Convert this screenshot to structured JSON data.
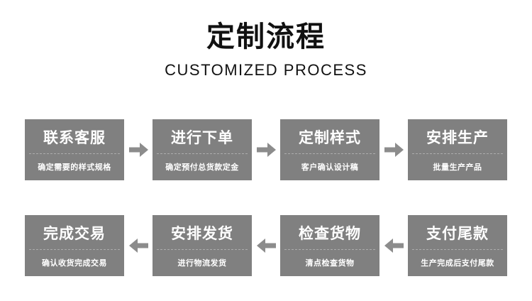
{
  "header": {
    "title_cn": "定制流程",
    "title_en": "CUSTOMIZED PROCESS"
  },
  "colors": {
    "card_fill": "#808080",
    "card_text": "#ffffff",
    "arrow_fill": "#8c8c8c",
    "divider": "#b4b4b4",
    "background": "#ffffff",
    "heading_text": "#111111"
  },
  "flow": {
    "rows": [
      {
        "direction": "right",
        "arrow_icon": "arrow-right-icon",
        "steps": [
          {
            "title": "联系客服",
            "desc": "确定需要的样式规格"
          },
          {
            "title": "进行下单",
            "desc": "确定预付总货款定金"
          },
          {
            "title": "定制样式",
            "desc": "客户确认设计稿"
          },
          {
            "title": "安排生产",
            "desc": "批量生产产品"
          }
        ]
      },
      {
        "direction": "left",
        "arrow_icon": "arrow-left-icon",
        "steps": [
          {
            "title": "完成交易",
            "desc": "确认收货完成交易"
          },
          {
            "title": "安排发货",
            "desc": "进行物流发货"
          },
          {
            "title": "检查货物",
            "desc": "清点检查货物"
          },
          {
            "title": "支付尾款",
            "desc": "生产完成后支付尾款"
          }
        ]
      }
    ]
  }
}
